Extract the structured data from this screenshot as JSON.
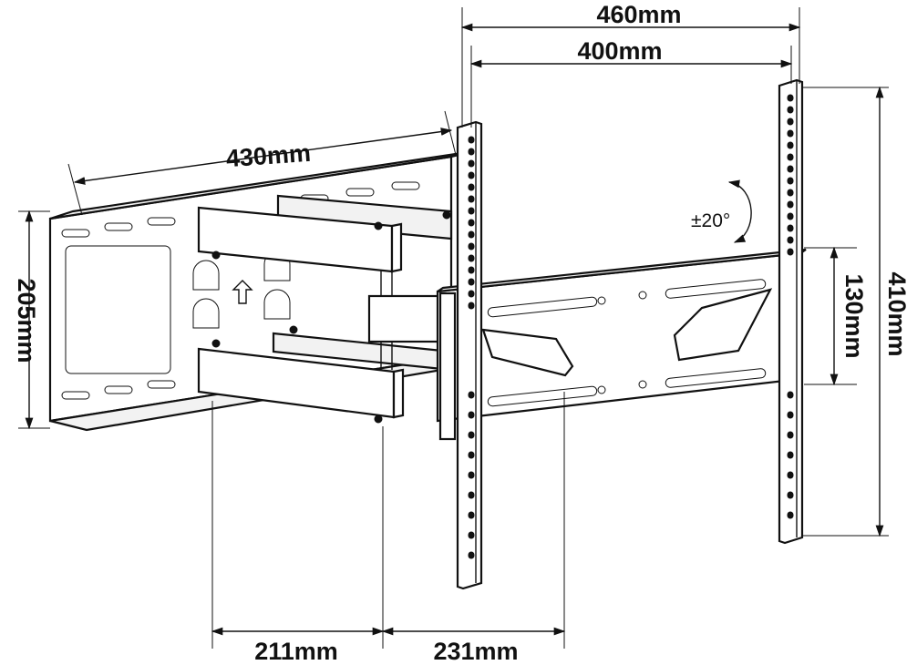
{
  "dimensions": {
    "overall_width": "460mm",
    "vesa_width": "400mm",
    "arm_extension": "430mm",
    "wall_plate_height": "205mm",
    "bracket_height": "130mm",
    "vesa_height": "410mm",
    "arm_segment_1": "211mm",
    "arm_segment_2": "231mm"
  },
  "annotations": {
    "tilt": "±20°"
  }
}
